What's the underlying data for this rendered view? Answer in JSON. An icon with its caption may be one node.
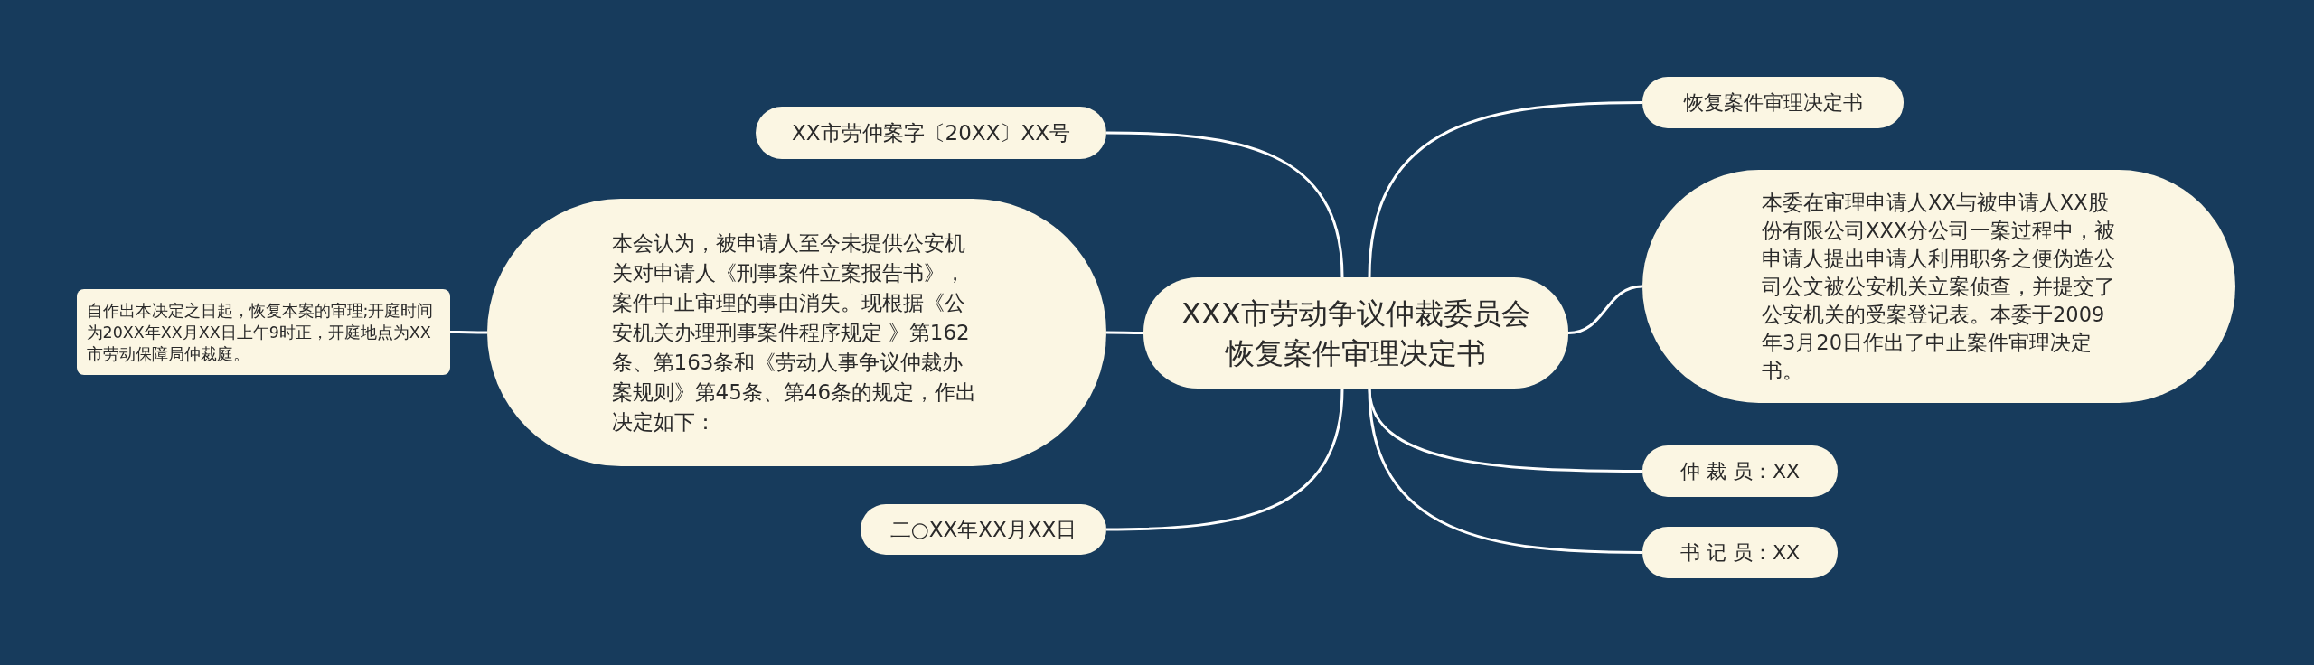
{
  "diagram": {
    "nodes": [
      {
        "text": [
          "XXX市劳动争议仲裁委员会恢复案件审理决定书"
        ]
      },
      {
        "text": [
          "XX市劳仲案字〔20XX〕XX号"
        ]
      },
      {
        "text": [
          "本会认为，被申请人至今未提供公安机关对申请人《刑事案件立案报告书》，案件中止审理的事由消失。现根据《公安机关办理刑事案件程序规定 》第162条、第163条和《劳动人事争议仲裁办案规则》第45条、第46条的规定，作出决定如下："
        ]
      },
      {
        "text": [
          "自作出本决定之日起，恢复本案的审理;开庭时间为20XX年XX月XX日上午9时正，开庭地点为XX市劳动保障局仲裁庭。"
        ]
      },
      {
        "text": [
          "二○XX年XX月XX日"
        ]
      },
      {
        "text": [
          "恢复案件审理决定书"
        ]
      },
      {
        "text": [
          "本委在审理申请人XX与被申请人XX股份有限公司XXX分公司一案过程中，被申请人提出申请人利用职务之便伪造公司公文被公安机关立案侦查，并提交了公安机关的受案登记表。本委于2009年3月20日作出了中止案件审理决定书。"
        ]
      },
      {
        "text": [
          "仲 裁 员：XX"
        ]
      },
      {
        "text": [
          "书 记 员：XX"
        ]
      }
    ],
    "edges": [
      {
        "from": 0,
        "to": 1,
        "arrow": "none"
      },
      {
        "from": 0,
        "to": 2,
        "arrow": "none"
      },
      {
        "from": 2,
        "to": 3,
        "arrow": "none"
      },
      {
        "from": 0,
        "to": 4,
        "arrow": "none"
      },
      {
        "from": 0,
        "to": 5,
        "arrow": "none"
      },
      {
        "from": 0,
        "to": 6,
        "arrow": "none"
      },
      {
        "from": 0,
        "to": 7,
        "arrow": "none"
      },
      {
        "from": 0,
        "to": 8,
        "arrow": "none"
      }
    ]
  }
}
